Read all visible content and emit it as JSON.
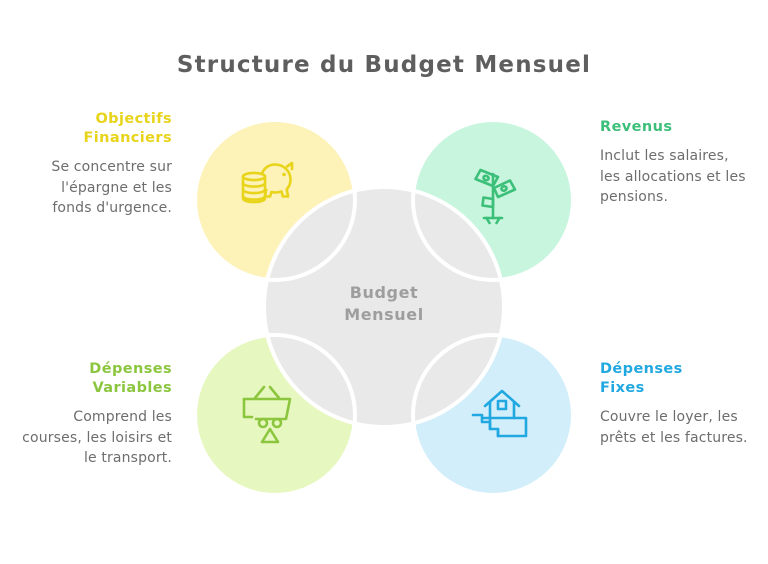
{
  "title": "Structure du Budget Mensuel",
  "center": {
    "label_line1": "Budget",
    "label_line2": "Mensuel",
    "fill": "#e9e9e9",
    "text_color": "#9e9e9e"
  },
  "quadrants": [
    {
      "id": "objectifs-financiers",
      "position": "top-left",
      "heading_line1": "Objectifs",
      "heading_line2": "Financiers",
      "body": "Se concentre sur l'épargne et les fonds d'urgence.",
      "accent": "#e8d41b",
      "circle_fill": "#fdf2b8",
      "icon": "piggy-bank-icon"
    },
    {
      "id": "revenus",
      "position": "top-right",
      "heading_line1": "Revenus",
      "heading_line2": "",
      "body": "Inclut les salaires, les allocations et les pensions.",
      "accent": "#3cbf79",
      "circle_fill": "#c7f5dd",
      "icon": "money-tree-icon"
    },
    {
      "id": "depenses-variables",
      "position": "bottom-left",
      "heading_line1": "Dépenses",
      "heading_line2": "Variables",
      "body": "Comprend les courses, les loisirs et le transport.",
      "accent": "#8cc63f",
      "circle_fill": "#e7f7c0",
      "icon": "shopping-basket-icon"
    },
    {
      "id": "depenses-fixes",
      "position": "bottom-right",
      "heading_line1": "Dépenses",
      "heading_line2": "Fixes",
      "body": "Couvre le loyer, les prêts et les factures.",
      "accent": "#22a8e0",
      "circle_fill": "#d2eefb",
      "icon": "house-stairs-icon"
    }
  ],
  "colors": {
    "title_text": "#5e5e5e",
    "body_text": "#6d6d6d",
    "separator_stroke": "#ffffff",
    "background": "#ffffff"
  }
}
